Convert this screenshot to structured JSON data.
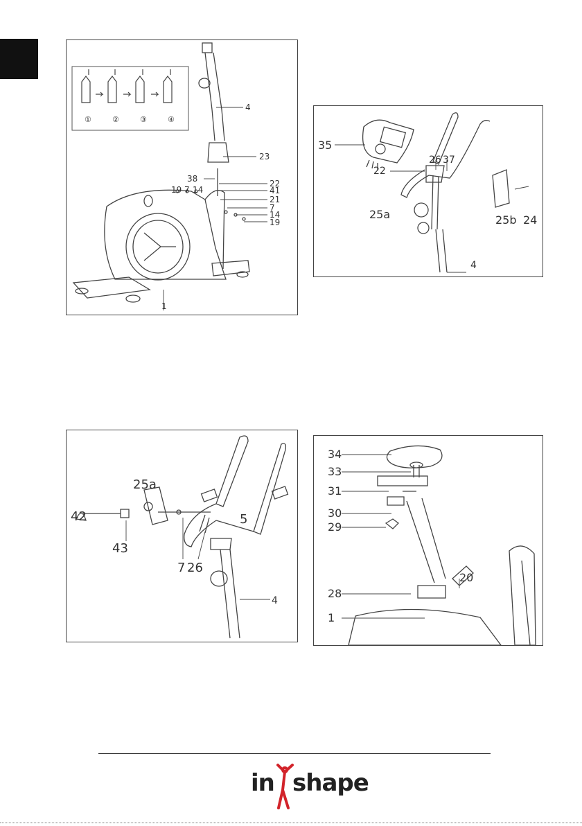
{
  "panel1": {
    "labels": [
      "4",
      "23",
      "38",
      "22",
      "41",
      "21",
      "7",
      "14",
      "19",
      "19",
      "7",
      "14",
      "1"
    ],
    "steps": [
      "①",
      "②",
      "③",
      "④"
    ]
  },
  "panel2": {
    "labels": [
      "35",
      "22",
      "26",
      "37",
      "25a",
      "25b",
      "24",
      "4"
    ]
  },
  "panel3": {
    "labels": [
      "25a",
      "42",
      "43",
      "7",
      "26",
      "5",
      "4"
    ]
  },
  "panel4": {
    "labels": [
      "34",
      "33",
      "31",
      "30",
      "29",
      "28",
      "20",
      "1"
    ]
  },
  "brand": {
    "part1": "in",
    "part2": "shape"
  },
  "colors": {
    "logo_figure": "#d2232a",
    "text": "#222222"
  }
}
